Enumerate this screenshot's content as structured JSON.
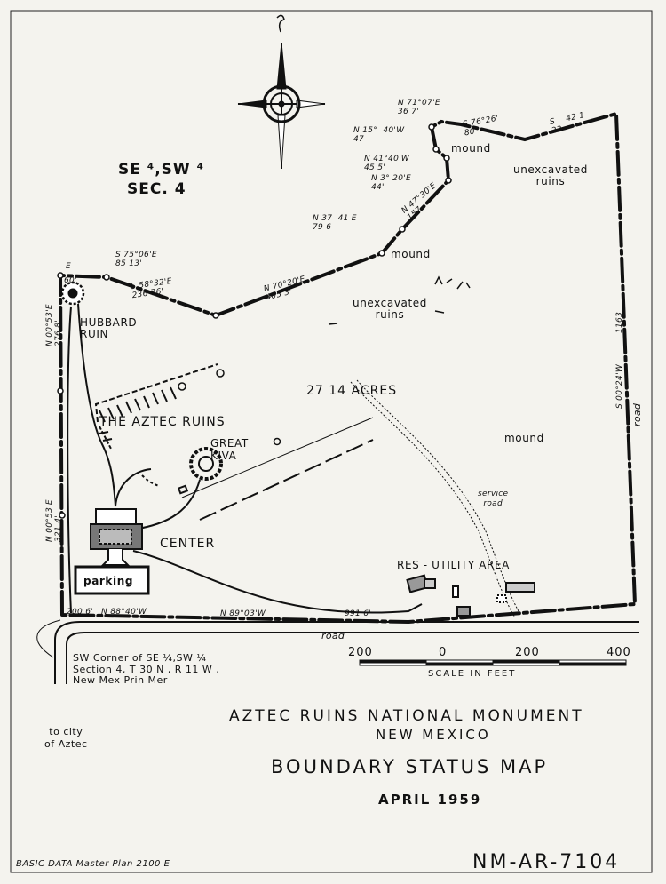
{
  "section": {
    "line1": "SE ⁴,SW ⁴",
    "line2": "SEC. 4"
  },
  "features": {
    "hubbard_ruin": "HUBBARD\nRUIN",
    "aztec_ruins": "THE AZTEC RUINS",
    "great_kiva": "GREAT\nKIVA",
    "center": "CENTER",
    "parking": "parking",
    "acres": "27 14 ACRES",
    "mound_ne": "mound",
    "mound_mid": "mound",
    "mound_e": "mound",
    "unexcavated_n": "unexcavated\nruins",
    "unexcavated_ne": "unexcavated\nruins",
    "service_road": "service\nroad",
    "res_utility": "RES - UTILITY  AREA",
    "road_bottom": "road",
    "road_east": "road"
  },
  "bearings": [
    {
      "id": "b1",
      "text": "S 75°06'E\n85 13'"
    },
    {
      "id": "b2",
      "text": "S 58°32'E\n236 76'"
    },
    {
      "id": "b3",
      "text": "N 70°20'E\n405 3'"
    },
    {
      "id": "b4",
      "text": "N 37  41 E\n79 6"
    },
    {
      "id": "b5",
      "text": "N 47°30'E\n157"
    },
    {
      "id": "b6",
      "text": "N 3° 20'E\n44'"
    },
    {
      "id": "b7",
      "text": "N 41°40'W\n45 5'"
    },
    {
      "id": "b8",
      "text": "N 15°  40'W\n47"
    },
    {
      "id": "b9",
      "text": "N 71°07'E\n36 7'"
    },
    {
      "id": "b10",
      "text": "S 76°26'\n80"
    },
    {
      "id": "b11",
      "text": "S    42 1\n22"
    },
    {
      "id": "b12",
      "text": "60'"
    },
    {
      "id": "b13",
      "text": "N 00°53'E\n276 8'"
    },
    {
      "id": "b14",
      "text": "N 00°53'E\n321 4'"
    },
    {
      "id": "b15",
      "text": "200 6'"
    },
    {
      "id": "b16",
      "text": "N 88°40'W"
    },
    {
      "id": "b17",
      "text": "N 89°03'W"
    },
    {
      "id": "b18",
      "text": "991 6'"
    },
    {
      "id": "b19",
      "text": "S 00°24'W"
    },
    {
      "id": "b20",
      "text": "1163"
    },
    {
      "id": "b21",
      "text": "E"
    }
  ],
  "sw_corner": "SW Corner of SE ¼,SW ¼\nSection 4, T 30 N , R 11 W ,\nNew Mex Prin Mer",
  "to_city": "to city\nof Aztec",
  "scale": {
    "labels": [
      "200",
      "0",
      "200",
      "400"
    ],
    "caption": "SCALE IN FEET"
  },
  "title": {
    "line1": "AZTEC RUINS NATIONAL MONUMENT",
    "line2": "NEW MEXICO",
    "line3": "BOUNDARY STATUS MAP",
    "date": "APRIL 1959"
  },
  "footer": {
    "basic_data": "BASIC DATA  Master Plan 2100 E",
    "drawing_no": "NM-AR-7104"
  }
}
